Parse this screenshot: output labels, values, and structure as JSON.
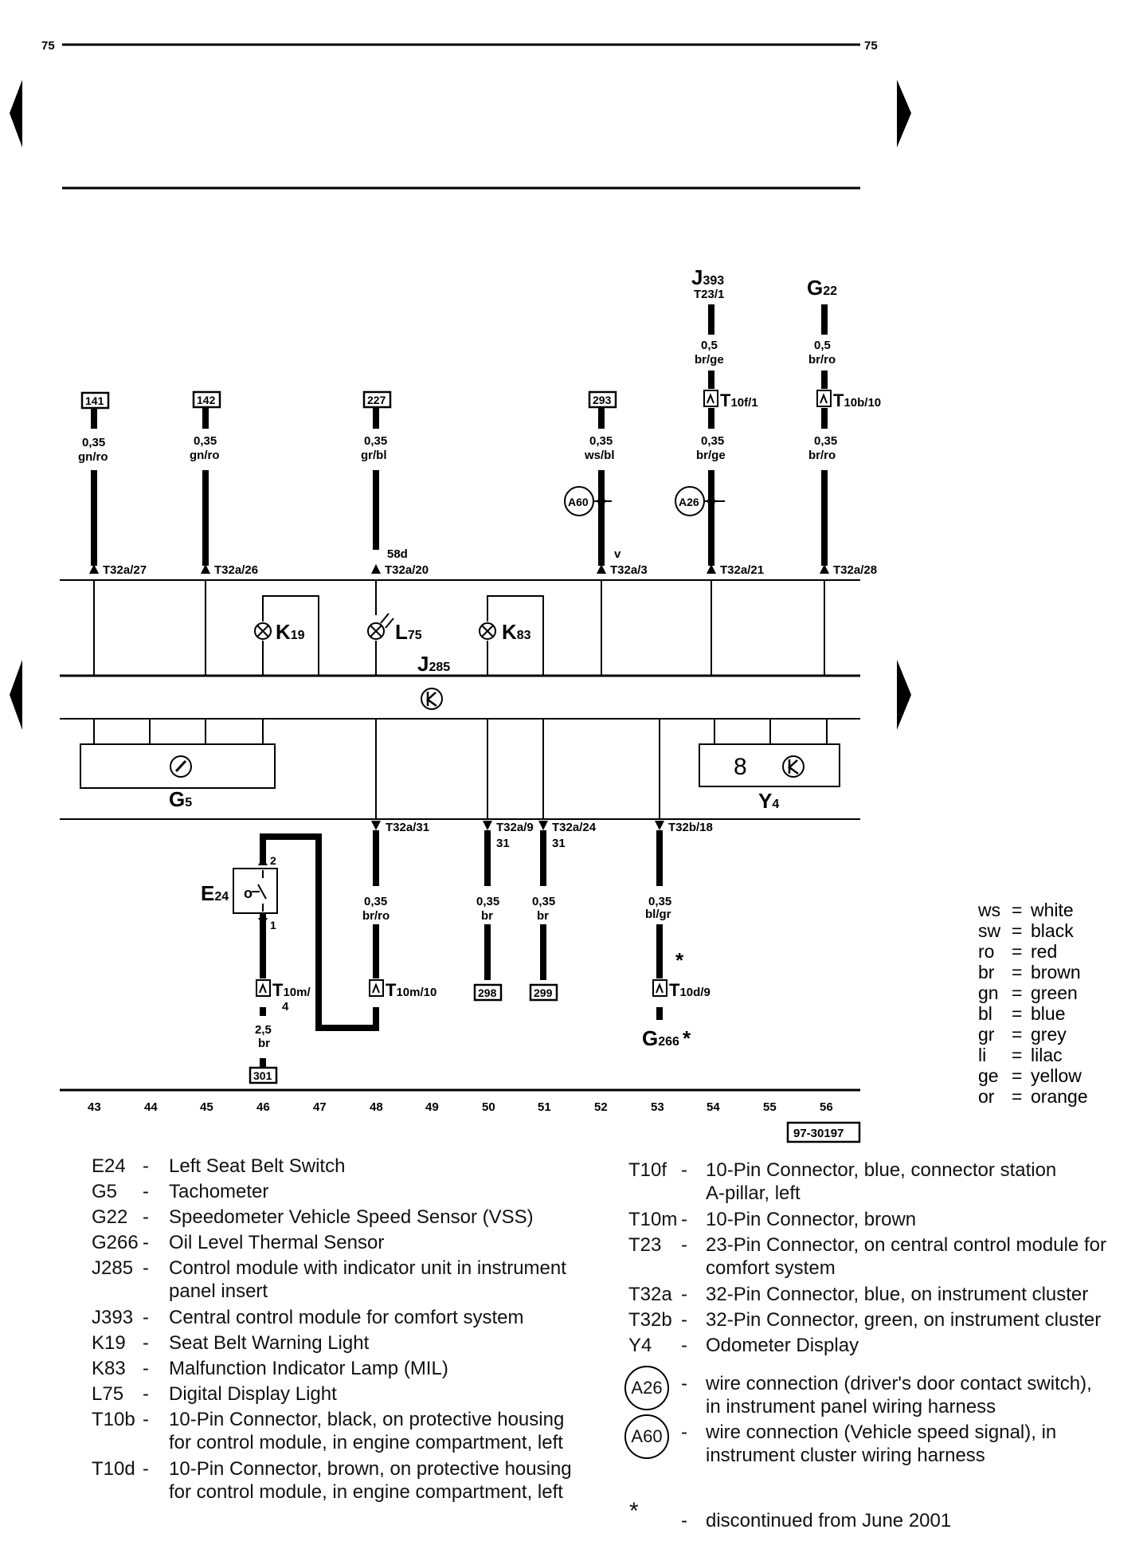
{
  "page": {
    "number_left": "75",
    "number_right": "75",
    "ref": "97-30197"
  },
  "top_components": [
    {
      "name": "J",
      "sub": "393",
      "pin": "T23/1",
      "gauge": "0,5",
      "color": "br/ge"
    },
    {
      "name": "G",
      "sub": "22",
      "pin": "",
      "gauge": "0,5",
      "color": "br/ro"
    }
  ],
  "upper_connectors": [
    {
      "label": "T",
      "sub": "10f/1"
    },
    {
      "label": "T",
      "sub": "10b/10"
    }
  ],
  "upper_wires": [
    {
      "ref": "141",
      "gauge": "0,35",
      "color": "gn/ro",
      "pin": "T32a/27",
      "note": ""
    },
    {
      "ref": "142",
      "gauge": "0,35",
      "color": "gn/ro",
      "pin": "T32a/26",
      "note": ""
    },
    {
      "ref": "227",
      "gauge": "0,35",
      "color": "gr/bl",
      "pin": "T32a/20",
      "note": "58d"
    },
    {
      "ref": "293",
      "gauge": "0,35",
      "color": "ws/bl",
      "pin": "T32a/3",
      "note": "v"
    },
    {
      "ref": "",
      "gauge": "0,35",
      "color": "br/ge",
      "pin": "T32a/21",
      "note": ""
    },
    {
      "ref": "",
      "gauge": "0,35",
      "color": "br/ro",
      "pin": "T32a/28",
      "note": ""
    }
  ],
  "wire_connections": [
    "A60",
    "A26"
  ],
  "module": {
    "name": "J",
    "sub": "285",
    "lamps": [
      {
        "name": "K",
        "sub": "19"
      },
      {
        "name": "L",
        "sub": "75"
      },
      {
        "name": "K",
        "sub": "83"
      }
    ],
    "gauge": {
      "name": "G",
      "sub": "5"
    },
    "display": {
      "name": "Y",
      "sub": "4",
      "digit": "8"
    }
  },
  "lower_wires": [
    {
      "pin": "T32a/31",
      "extra": "",
      "gauge": "0,35",
      "color": "br/ro"
    },
    {
      "pin": "T32a/9",
      "extra": "31",
      "gauge": "0,35",
      "color": "br"
    },
    {
      "pin": "T32a/24",
      "extra": "31",
      "gauge": "0,35",
      "color": "br"
    },
    {
      "pin": "T32b/18",
      "extra": "",
      "gauge": "0,35",
      "color": "bl/gr"
    }
  ],
  "lower_refs": [
    "298",
    "299",
    "301"
  ],
  "switch": {
    "name": "E",
    "sub": "24",
    "pin_top": "2",
    "pin_bottom": "1"
  },
  "lower_connectors": [
    {
      "label": "T",
      "sub": "10m/",
      "sub2": "4"
    },
    {
      "label": "T",
      "sub": "10m/10"
    },
    {
      "label": "T",
      "sub": "10d/9"
    }
  ],
  "ground_wire": {
    "gauge": "2,5",
    "color": "br"
  },
  "sensor": {
    "name": "G",
    "sub": "266",
    "mark": "*"
  },
  "star_mark": "*",
  "tracks": [
    "43",
    "44",
    "45",
    "46",
    "47",
    "48",
    "49",
    "50",
    "51",
    "52",
    "53",
    "54",
    "55",
    "56"
  ],
  "color_key": [
    {
      "abbr": "ws",
      "eq": "=",
      "name": "white"
    },
    {
      "abbr": "sw",
      "eq": "=",
      "name": "black"
    },
    {
      "abbr": "ro",
      "eq": "=",
      "name": "red"
    },
    {
      "abbr": "br",
      "eq": "=",
      "name": "brown"
    },
    {
      "abbr": "gn",
      "eq": "=",
      "name": "green"
    },
    {
      "abbr": "bl",
      "eq": "=",
      "name": "blue"
    },
    {
      "abbr": "gr",
      "eq": "=",
      "name": "grey"
    },
    {
      "abbr": "li",
      "eq": "=",
      "name": "lilac"
    },
    {
      "abbr": "ge",
      "eq": "=",
      "name": "yellow"
    },
    {
      "abbr": "or",
      "eq": "=",
      "name": "orange"
    }
  ],
  "legend_left": [
    {
      "code": "E24",
      "dash": "-",
      "desc": "Left Seat Belt Switch"
    },
    {
      "code": "G5",
      "dash": "-",
      "desc": "Tachometer"
    },
    {
      "code": "G22",
      "dash": "-",
      "desc": "Speedometer Vehicle Speed Sensor (VSS)"
    },
    {
      "code": "G266",
      "dash": "-",
      "desc": "Oil Level Thermal Sensor"
    },
    {
      "code": "J285",
      "dash": "-",
      "desc": "Control module with indicator unit in instrument",
      "desc2": "panel insert"
    },
    {
      "code": "J393",
      "dash": "-",
      "desc": "Central control module for comfort system"
    },
    {
      "code": "K19",
      "dash": "-",
      "desc": "Seat Belt Warning Light"
    },
    {
      "code": "K83",
      "dash": "-",
      "desc": "Malfunction Indicator Lamp (MIL)"
    },
    {
      "code": "L75",
      "dash": "-",
      "desc": "Digital Display Light"
    },
    {
      "code": "T10b",
      "dash": "-",
      "desc": "10-Pin Connector, black, on protective housing",
      "desc2": "for control module, in engine compartment, left"
    },
    {
      "code": "T10d",
      "dash": "-",
      "desc": "10-Pin Connector, brown, on protective housing",
      "desc2": "for control module, in engine compartment, left"
    }
  ],
  "legend_right": [
    {
      "code": "T10f",
      "dash": "-",
      "desc": "10-Pin Connector, blue, connector station",
      "desc2": "A-pillar, left"
    },
    {
      "code": "T10m",
      "dash": "-",
      "desc": "10-Pin Connector, brown"
    },
    {
      "code": "T23",
      "dash": "-",
      "desc": "23-Pin Connector, on central control module for",
      "desc2": "comfort system"
    },
    {
      "code": "T32a",
      "dash": "-",
      "desc": "32-Pin Connector, blue, on instrument cluster"
    },
    {
      "code": "T32b",
      "dash": "-",
      "desc": "32-Pin Connector, green, on instrument cluster"
    },
    {
      "code": "Y4",
      "dash": "-",
      "desc": "Odometer Display"
    }
  ],
  "legend_symbols": [
    {
      "code": "A26",
      "dash": "-",
      "desc": "wire connection (driver's door contact switch),",
      "desc2": "in instrument panel wiring harness"
    },
    {
      "code": "A60",
      "dash": "-",
      "desc": "wire connection (Vehicle speed signal), in",
      "desc2": "instrument cluster wiring harness"
    },
    {
      "code": "*",
      "dash": "-",
      "desc": "discontinued from June 2001"
    }
  ]
}
